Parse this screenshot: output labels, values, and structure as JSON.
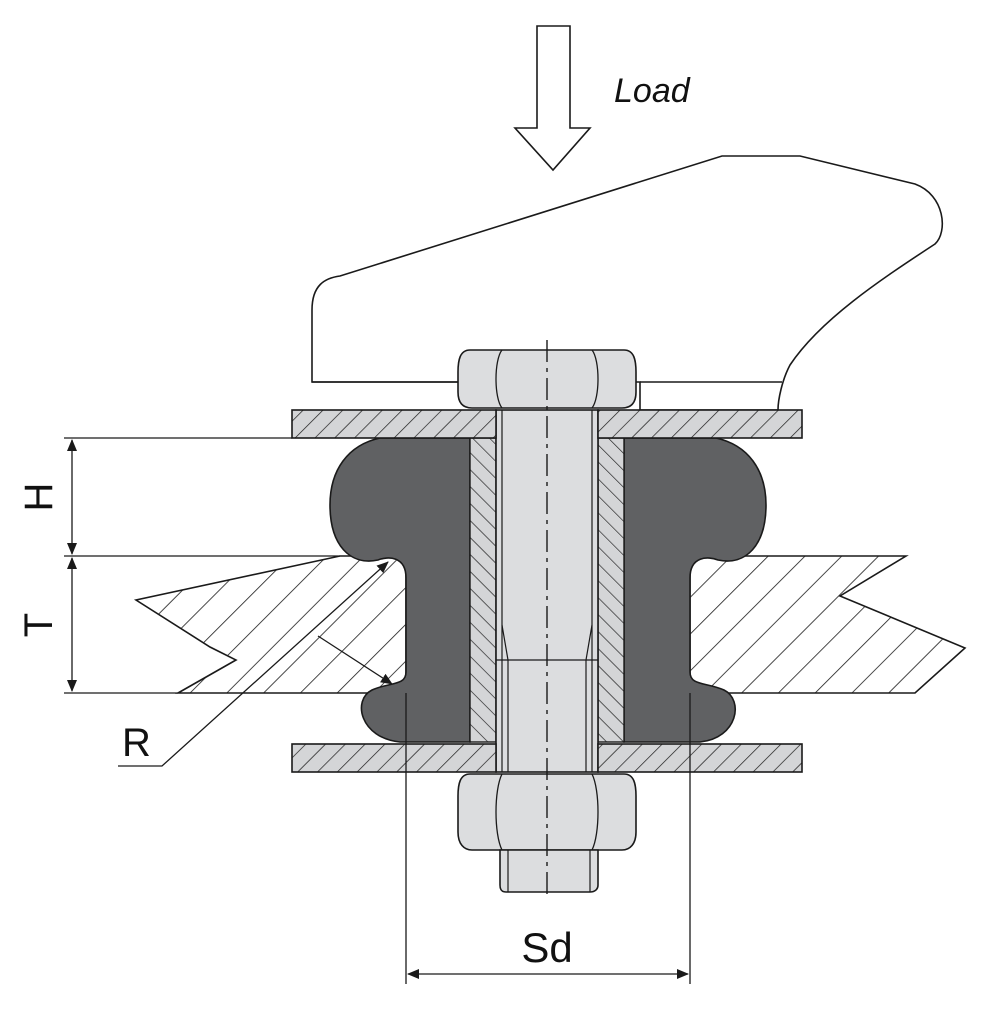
{
  "labels": {
    "load": "Load",
    "height": "H",
    "thickness": "T",
    "radius": "R",
    "sleeve_diameter": "Sd"
  },
  "colors": {
    "rubber": "#606163",
    "steel": "#d4d5d7",
    "bolt": "#dcdddf",
    "line": "#1a1a1a",
    "background": "#ffffff"
  }
}
